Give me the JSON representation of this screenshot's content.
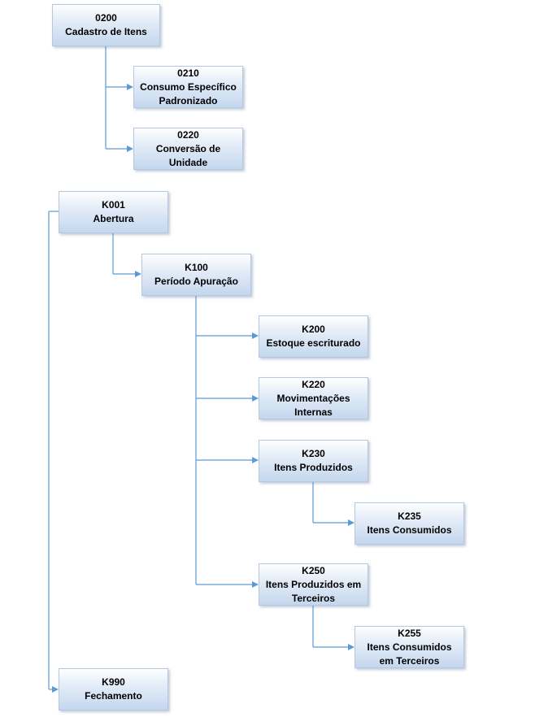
{
  "nodes": {
    "n0200": {
      "code": "0200",
      "label": "Cadastro de Itens",
      "label2": ""
    },
    "n0210": {
      "code": "0210",
      "label": "Consumo Específico",
      "label2": "Padronizado"
    },
    "n0220": {
      "code": "0220",
      "label": "Conversão de",
      "label2": "Unidade"
    },
    "k001": {
      "code": "K001",
      "label": "Abertura",
      "label2": ""
    },
    "k100": {
      "code": "K100",
      "label": "Período Apuração",
      "label2": ""
    },
    "k200": {
      "code": "K200",
      "label": "Estoque escriturado",
      "label2": ""
    },
    "k220": {
      "code": "K220",
      "label": "Movimentações",
      "label2": "Internas"
    },
    "k230": {
      "code": "K230",
      "label": "Itens Produzidos",
      "label2": ""
    },
    "k235": {
      "code": "K235",
      "label": "Itens Consumidos",
      "label2": ""
    },
    "k250": {
      "code": "K250",
      "label": "Itens Produzidos em",
      "label2": "Terceiros"
    },
    "k255": {
      "code": "K255",
      "label": "Itens Consumidos",
      "label2": "em Terceiros"
    },
    "k990": {
      "code": "K990",
      "label": "Fechamento",
      "label2": ""
    }
  },
  "colors": {
    "connector": "#5b9bd5",
    "box_border": "#b4c8e2",
    "box_fill_top": "#ffffff",
    "box_fill_bottom": "#c4d7ee"
  }
}
